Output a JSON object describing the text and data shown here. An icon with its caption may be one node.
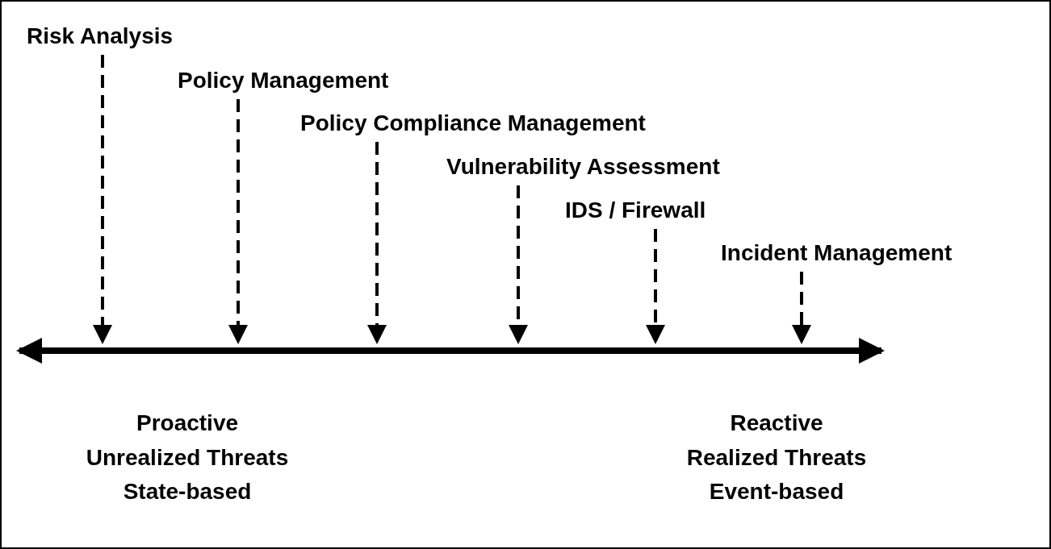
{
  "diagram": {
    "nodes": [
      {
        "text": [
          "Risk Analysis"
        ]
      },
      {
        "text": [
          "Policy Management"
        ]
      },
      {
        "text": [
          "Policy Compliance Management"
        ]
      },
      {
        "text": [
          "Vulnerability Assessment"
        ]
      },
      {
        "text": [
          "IDS / Firewall"
        ]
      },
      {
        "text": [
          "Incident Management"
        ]
      }
    ],
    "edges": [
      {
        "from": 0,
        "to": null,
        "arrow": "to",
        "style": "dashed"
      },
      {
        "from": 1,
        "to": null,
        "arrow": "to",
        "style": "dashed"
      },
      {
        "from": 2,
        "to": null,
        "arrow": "to",
        "style": "dashed"
      },
      {
        "from": 3,
        "to": null,
        "arrow": "to",
        "style": "dashed"
      },
      {
        "from": 4,
        "to": null,
        "arrow": "to",
        "style": "dashed"
      },
      {
        "from": 5,
        "to": null,
        "arrow": "to",
        "style": "dashed"
      }
    ],
    "labels": [
      "Proactive",
      "Unrealized Threats",
      "State-based",
      "Reactive",
      "Realized Threats",
      "Event-based"
    ]
  }
}
